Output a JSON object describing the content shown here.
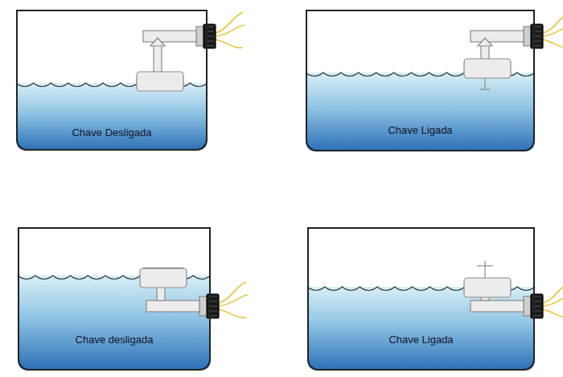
{
  "diagram": {
    "nodes": [
      {
        "text": [
          "Chave Desligada"
        ]
      },
      {
        "text": [
          "Chave Ligada"
        ]
      },
      {
        "text": [
          "Chave desligada"
        ]
      },
      {
        "text": [
          "Chave Ligada"
        ]
      }
    ]
  }
}
